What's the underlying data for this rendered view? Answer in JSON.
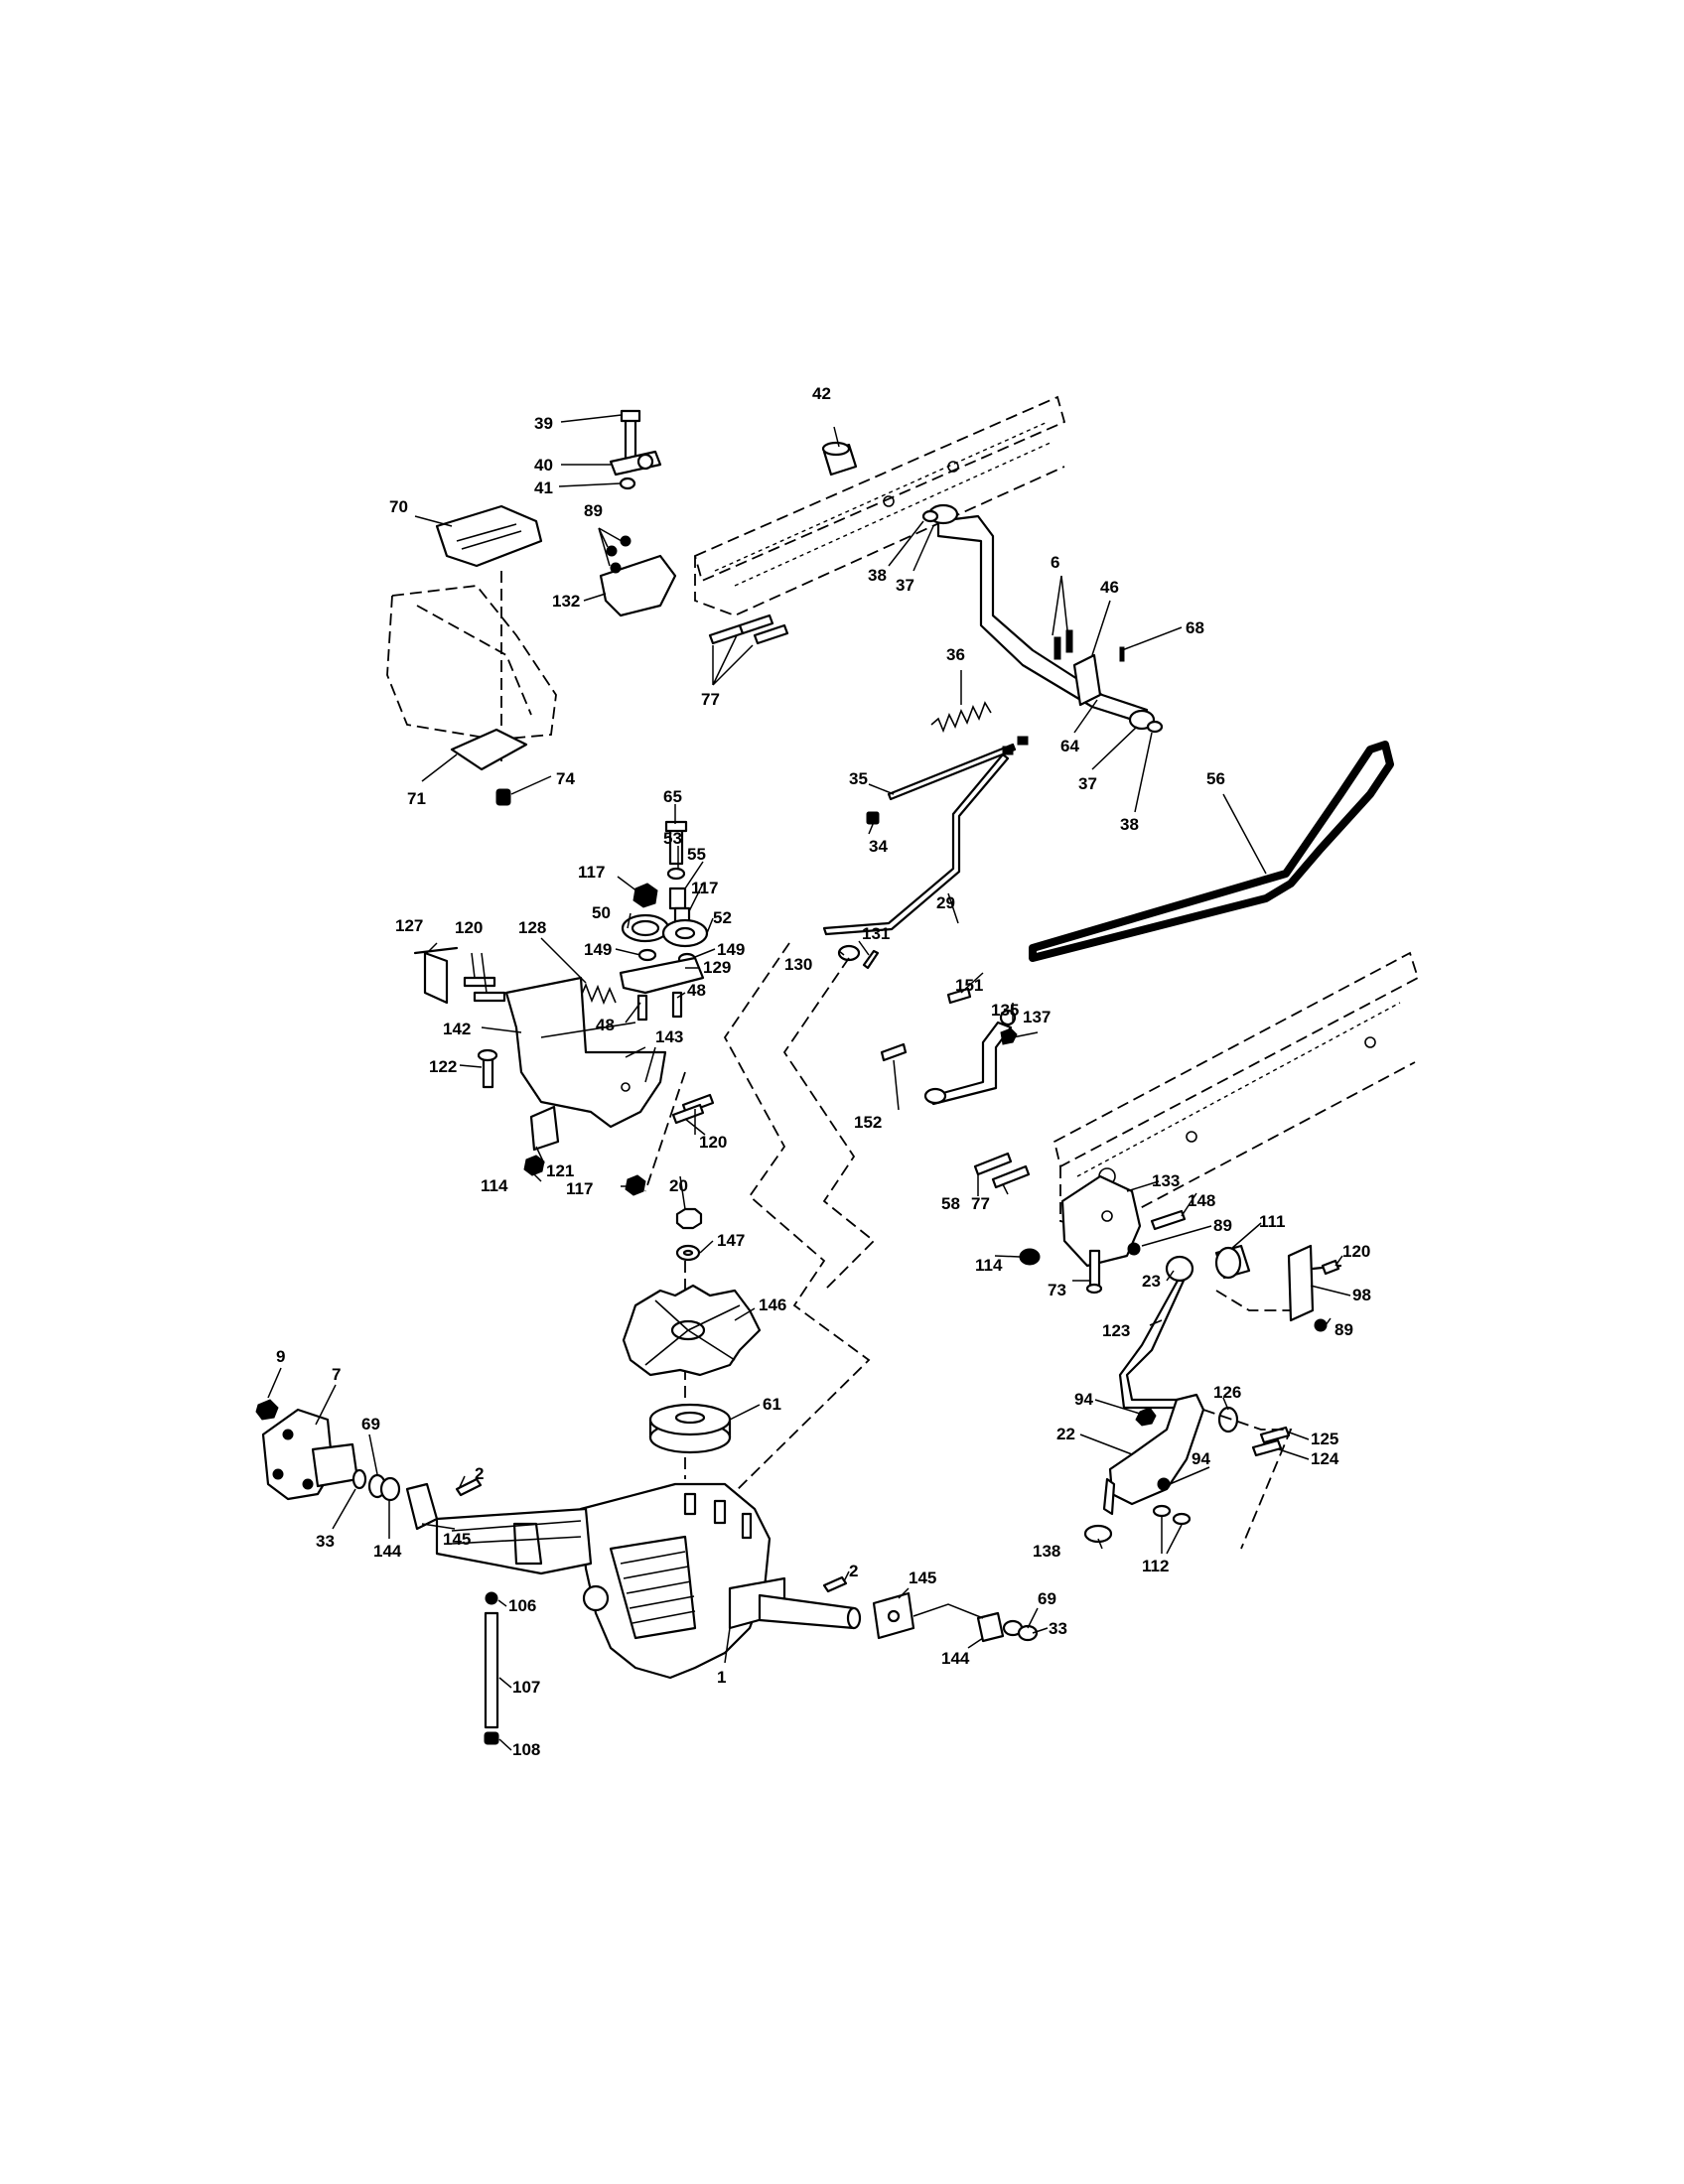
{
  "callouts": {
    "c1": "1",
    "c2a": "2",
    "c2b": "2",
    "c6": "6",
    "c7": "7",
    "c9": "9",
    "c20": "20",
    "c22": "22",
    "c23": "23",
    "c29": "29",
    "c33a": "33",
    "c33b": "33",
    "c34": "34",
    "c35": "35",
    "c36": "36",
    "c37a": "37",
    "c37b": "37",
    "c38a": "38",
    "c38b": "38",
    "c39": "39",
    "c40": "40",
    "c41": "41",
    "c42": "42",
    "c46": "46",
    "c48a": "48",
    "c48b": "48",
    "c50": "50",
    "c52": "52",
    "c53": "53",
    "c55": "55",
    "c56": "56",
    "c58": "58",
    "c61": "61",
    "c64": "64",
    "c65": "65",
    "c68": "68",
    "c69a": "69",
    "c69b": "69",
    "c70": "70",
    "c71": "71",
    "c73": "73",
    "c74": "74",
    "c77a": "77",
    "c77b": "77",
    "c89a": "89",
    "c89b": "89",
    "c89c": "89",
    "c94a": "94",
    "c94b": "94",
    "c98": "98",
    "c106": "106",
    "c107": "107",
    "c108": "108",
    "c111": "111",
    "c112": "112",
    "c114a": "114",
    "c114b": "114",
    "c117a": "117",
    "c117b": "117",
    "c117c": "117",
    "c120a": "120",
    "c120b": "120",
    "c120c": "120",
    "c121": "121",
    "c122": "122",
    "c123": "123",
    "c124": "124",
    "c125": "125",
    "c126": "126",
    "c127": "127",
    "c128": "128",
    "c129": "129",
    "c130": "130",
    "c131": "131",
    "c132": "132",
    "c133": "133",
    "c135": "135",
    "c137": "137",
    "c138": "138",
    "c142": "142",
    "c143": "143",
    "c144a": "144",
    "c144b": "144",
    "c145a": "145",
    "c145b": "145",
    "c146": "146",
    "c147": "147",
    "c148": "148",
    "c149a": "149",
    "c149b": "149",
    "c151": "151",
    "c152": "152"
  }
}
